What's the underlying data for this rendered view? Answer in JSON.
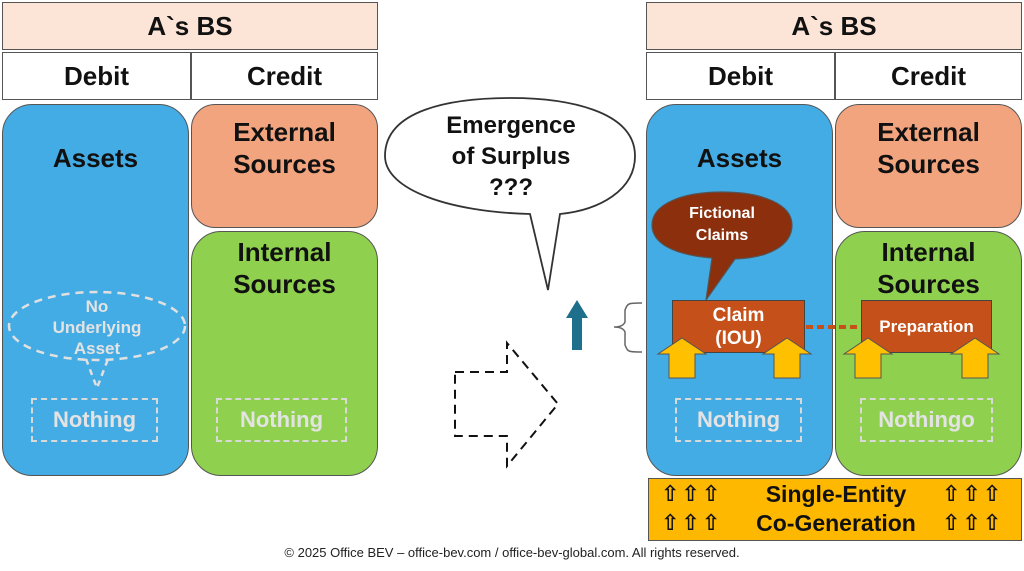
{
  "left": {
    "header": "A`s BS",
    "debit": "Debit",
    "credit": "Credit",
    "assets": "Assets",
    "external": [
      "External",
      "Sources"
    ],
    "internal": [
      "Internal",
      "Sources"
    ],
    "note": [
      "No",
      "Underlying",
      "Asset"
    ],
    "nothing_assets": "Nothing",
    "nothing_sources": "Nothing"
  },
  "bubble": [
    "Emergence",
    "of Surplus",
    "???"
  ],
  "right": {
    "header": "A`s BS",
    "debit": "Debit",
    "credit": "Credit",
    "assets": "Assets",
    "external": [
      "External",
      "Sources"
    ],
    "internal": [
      "Internal",
      "Sources"
    ],
    "fictional": [
      "Fictional",
      "Claims"
    ],
    "claim": [
      "Claim",
      "(IOU)"
    ],
    "preparation": "Preparation",
    "nothing_assets": "Nothing",
    "nothing_sources": "Nothingo"
  },
  "banner": {
    "line1": "Single-Entity",
    "line2": "Co-Generation",
    "arrows": "⇧⇧⇧"
  },
  "footer": "© 2025 Office BEV – office-bev.com / office-bev-global.com. All rights reserved.",
  "colors": {
    "header_bg": "#fce4d6",
    "assets": "#44ace4",
    "external": "#f2a47f",
    "internal": "#8fd14f",
    "claim": "#c5501a",
    "fictional": "#8b2f0c",
    "up_arrow": "#ffc000",
    "banner": "#ffb800",
    "small_arrow": "#1e6f8c"
  }
}
